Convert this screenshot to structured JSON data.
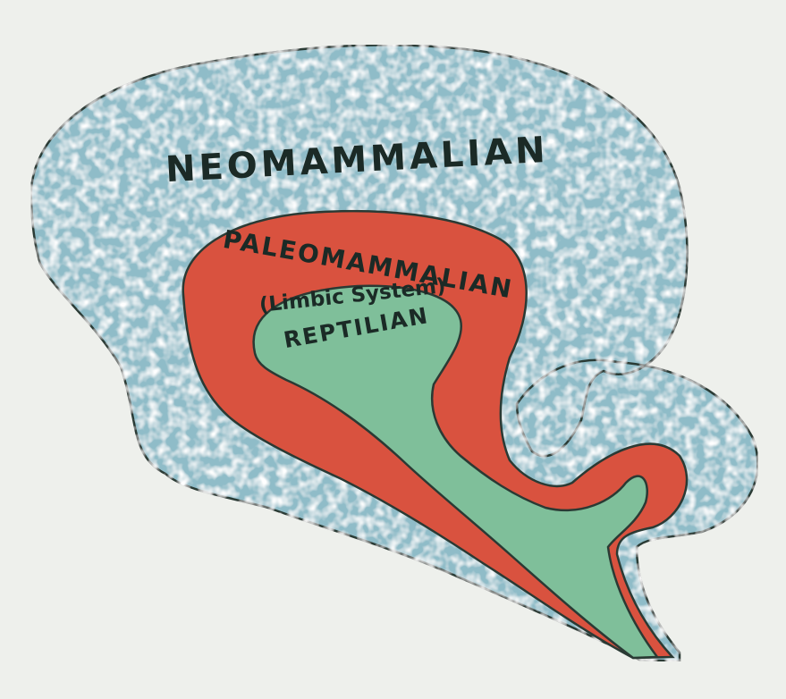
{
  "diagram": {
    "labels": {
      "neomammalian": "NEOMAMMALIAN",
      "paleomammalian": "PALEOMAMMALIAN",
      "limbic_system": "(Limbic System)",
      "reptilian": "REPTILIAN"
    },
    "colors": {
      "background": "#eef0ec",
      "neomammalian": "#8fbcc8",
      "paleomammalian": "#d9523f",
      "reptilian": "#7fbf9a",
      "outline": "#2a3a34",
      "text": "#1b2a26"
    }
  }
}
